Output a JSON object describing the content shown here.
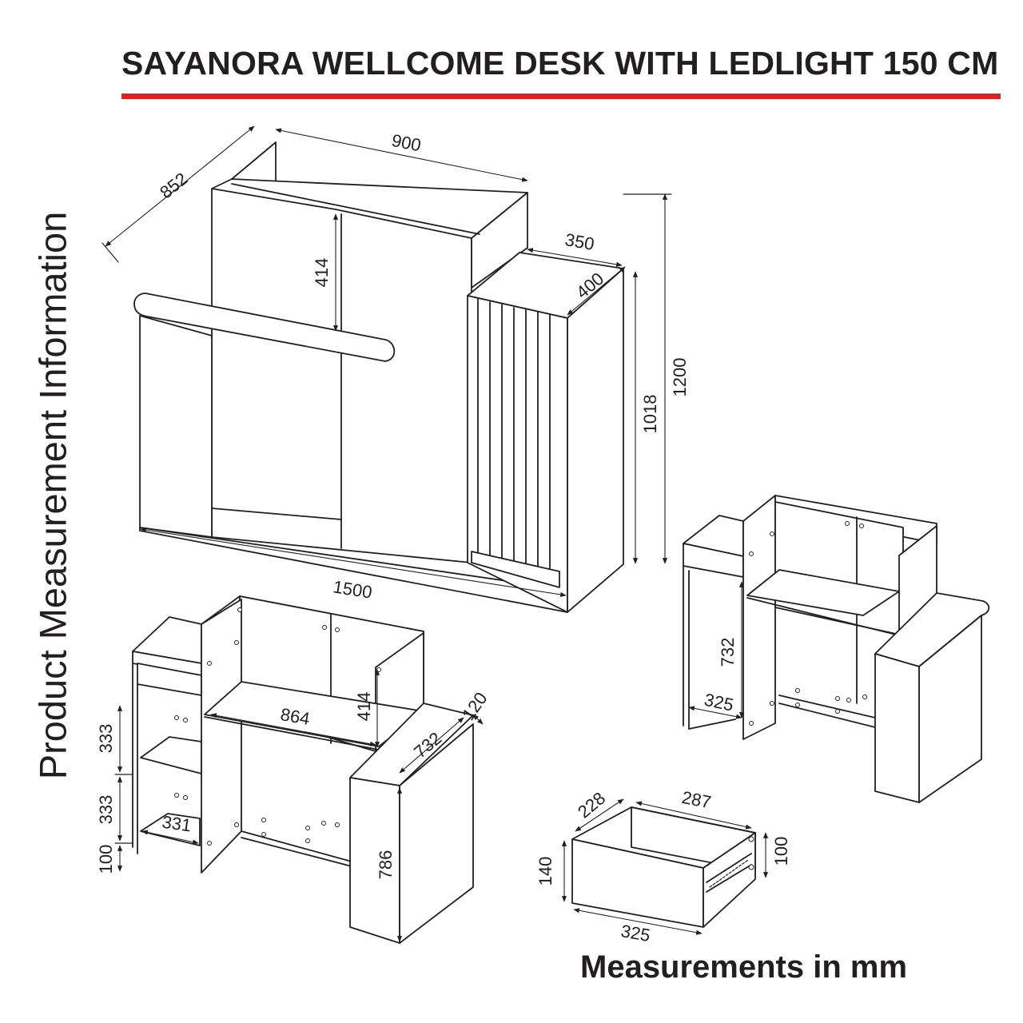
{
  "header": {
    "title": "SAYANORA WELLCOME DESK WITH LEDLIGHT 150 CM",
    "rule_color": "#e31e24"
  },
  "side_label": "Product Measurement Information",
  "footer": {
    "units_note": "Measurements in mm"
  },
  "views": {
    "main": {
      "depth": "852",
      "top_width": "900",
      "shelf_width": "350",
      "shelf_depth": "400",
      "upper_height": "414",
      "side_height": "1018",
      "total_height": "1200",
      "total_width": "1500"
    },
    "front_open": {
      "shelf_1": "333",
      "shelf_2": "333",
      "plinth": "100",
      "shelf_depth": "331",
      "inner_width": "864",
      "inner_height": "414",
      "counter_depth": "732",
      "counter_top": "120",
      "return_height": "786"
    },
    "back_open": {
      "leg_height": "732",
      "leg_depth": "325"
    },
    "drawer": {
      "depth": "228",
      "inner_width": "287",
      "front_height": "140",
      "side_height": "100",
      "width": "325"
    }
  }
}
